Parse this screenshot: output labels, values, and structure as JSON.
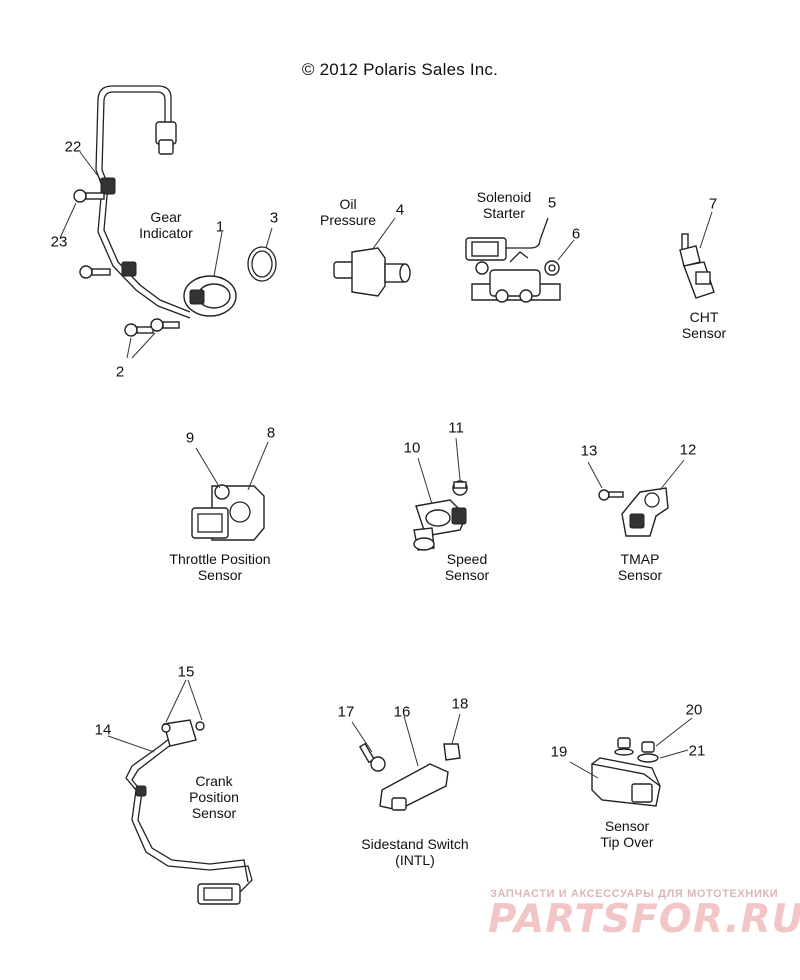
{
  "copyright": "© 2012 Polaris Sales Inc.",
  "callouts": [
    "1",
    "2",
    "3",
    "4",
    "5",
    "6",
    "7",
    "8",
    "9",
    "10",
    "11",
    "12",
    "13",
    "14",
    "15",
    "16",
    "17",
    "18",
    "19",
    "20",
    "21",
    "22",
    "23"
  ],
  "captions": {
    "gear_indicator": [
      "Gear",
      "Indicator"
    ],
    "oil_pressure": [
      "Oil",
      "Pressure"
    ],
    "solenoid_starter": [
      "Solenoid",
      "Starter"
    ],
    "cht_sensor": [
      "CHT",
      "Sensor"
    ],
    "throttle_position_sensor": [
      "Throttle Position",
      "Sensor"
    ],
    "speed_sensor": [
      "Speed",
      "Sensor"
    ],
    "tmap_sensor": [
      "TMAP",
      "Sensor"
    ],
    "crank_position_sensor": [
      "Crank",
      "Position",
      "Sensor"
    ],
    "sidestand_switch": [
      "Sidestand Switch",
      "(INTL)"
    ],
    "sensor_tip_over": [
      "Sensor",
      "Tip Over"
    ]
  },
  "watermark": {
    "tagline": "ЗАПЧАСТИ И АКСЕССУАРЫ ДЛЯ МОТОТЕХНИКИ",
    "logo": "PARTSFOR.RU",
    "color": "#f2c6c6"
  }
}
